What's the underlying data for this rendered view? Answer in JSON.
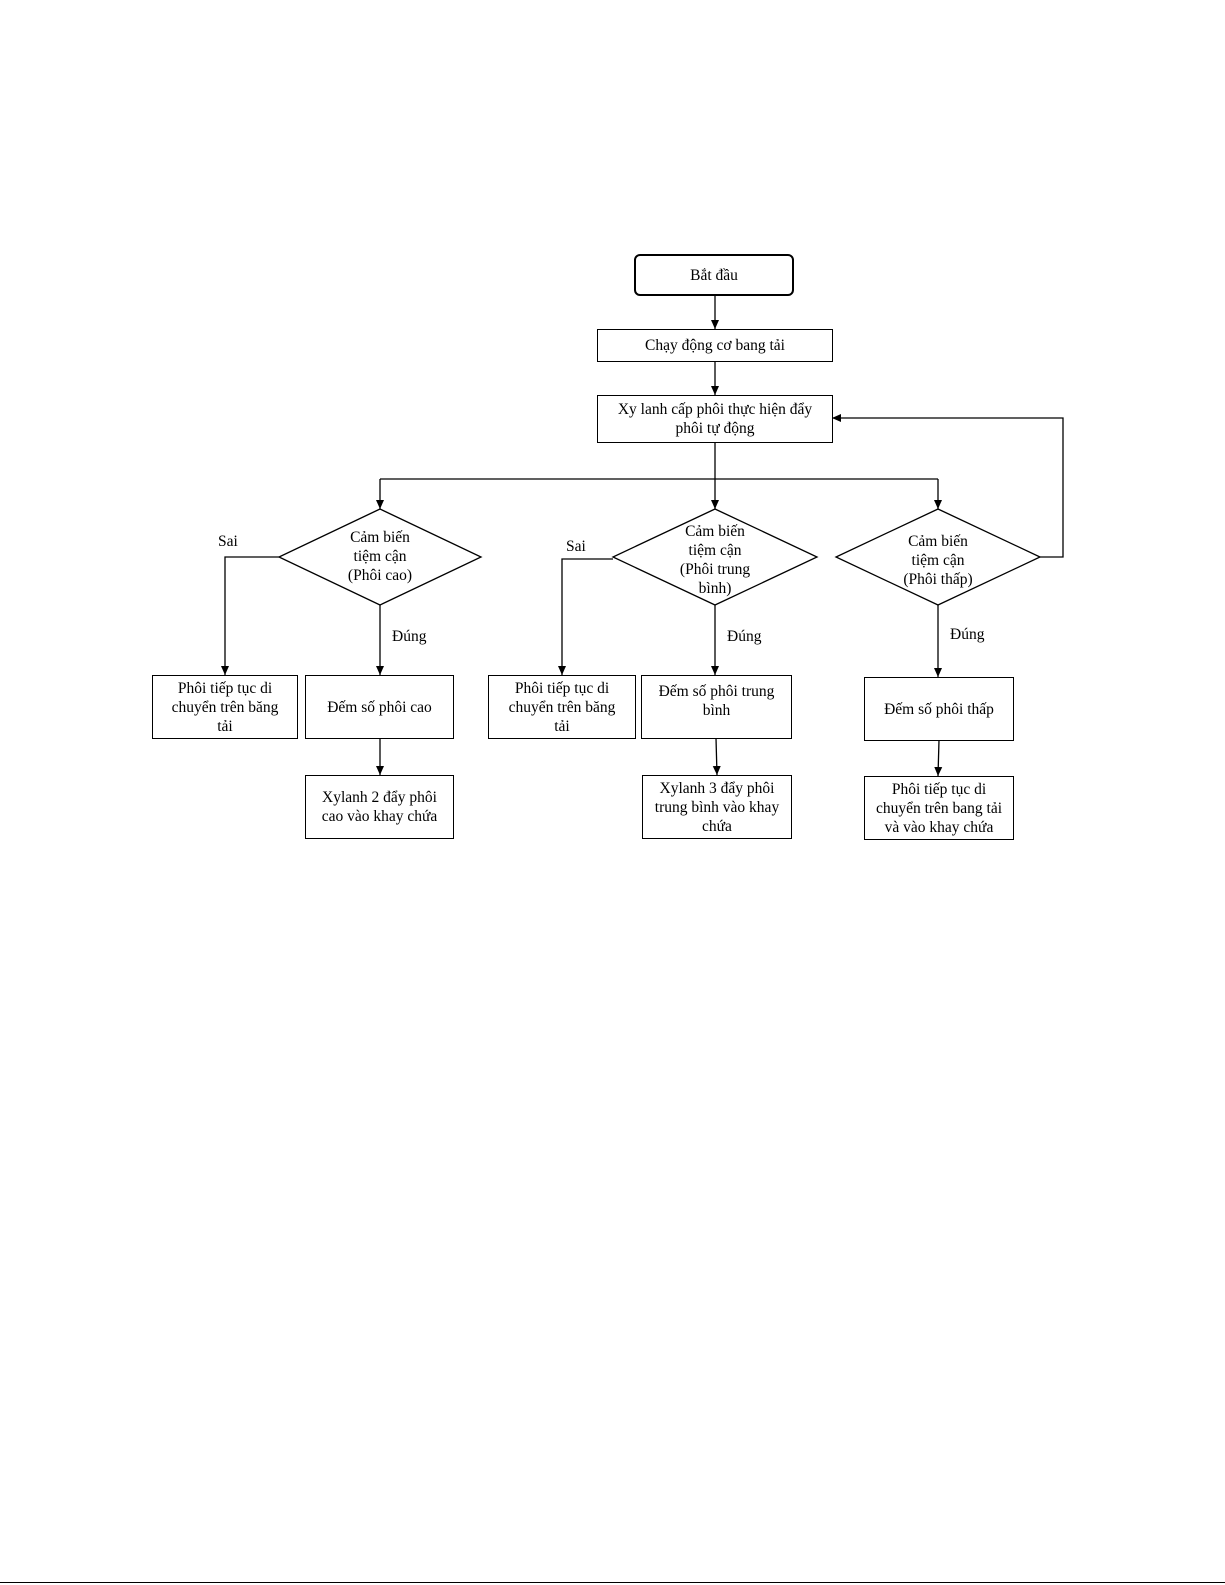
{
  "flowchart": {
    "start": [
      "Bắt đầu"
    ],
    "run_motor": [
      "Chạy động cơ bang tải"
    ],
    "feed_cylinder": [
      "Xy lanh cấp phôi thực hiện đẩy",
      "phôi tự động"
    ],
    "sensor_high": [
      "Cảm biến",
      "tiệm cận",
      "(Phôi cao)"
    ],
    "sensor_mid": [
      "Cảm biến",
      "tiệm cận",
      "(Phôi trung",
      "bình)"
    ],
    "sensor_low": [
      "Cảm biến",
      "tiệm cận",
      "(Phôi thấp)"
    ],
    "continue_high": [
      "Phôi tiếp tục di",
      "chuyển trên băng",
      "tải"
    ],
    "count_high": [
      "Đếm số phôi cao"
    ],
    "continue_mid": [
      "Phôi tiếp tục di",
      "chuyển trên băng",
      "tải"
    ],
    "count_mid": [
      "Đếm số phôi trung",
      "bình"
    ],
    "count_low": [
      "Đếm số phôi thấp"
    ],
    "cyl2": [
      "Xylanh 2 đẩy phôi",
      "cao vào khay chứa"
    ],
    "cyl3": [
      "Xylanh 3 đẩy phôi",
      "trung bình vào khay",
      "chứa"
    ],
    "continue_low": [
      "Phôi tiếp tục di",
      "chuyển trên bang tải",
      "và vào khay chứa"
    ],
    "labels": {
      "false_high": "Sai",
      "true_high": "Đúng",
      "false_mid": "Sai",
      "true_mid": "Đúng",
      "true_low": "Đúng"
    }
  }
}
